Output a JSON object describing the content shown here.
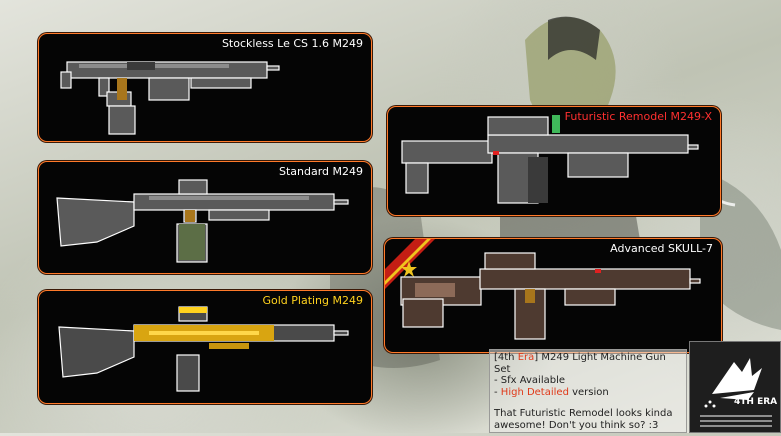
{
  "colors": {
    "panel_border": "#ff7a2a",
    "label_white": "#ffffff",
    "label_red": "#ff3030",
    "label_gold": "#ffd21e",
    "accent_red": "#e03a1a"
  },
  "panels": [
    {
      "label": "Stockless Le CS 1.6 M249",
      "label_color": "#ffffff"
    },
    {
      "label": "Standard M249",
      "label_color": "#ffffff"
    },
    {
      "label": "Gold Plating M249",
      "label_color": "#ffd21e"
    },
    {
      "label": "Futuristic Remodel M249-X",
      "label_color": "#ff3030"
    },
    {
      "label": "Advanced SKULL-7",
      "label_color": "#ffffff"
    }
  ],
  "info": {
    "bracket_open": "[4th ",
    "era": "Era",
    "bracket_rest": "] M249 Light Machine Gun Set",
    "line_sfx": "- Sfx Available",
    "line_hd_prefix": "- ",
    "line_hd_accent": "High Detailed",
    "line_hd_suffix": " version",
    "comment": "That Futuristic Remodel looks kinda awesome! Don't you think so? :3"
  },
  "logo": {
    "text": "4TH ERA",
    "icon": "eagle-emblem-icon"
  }
}
